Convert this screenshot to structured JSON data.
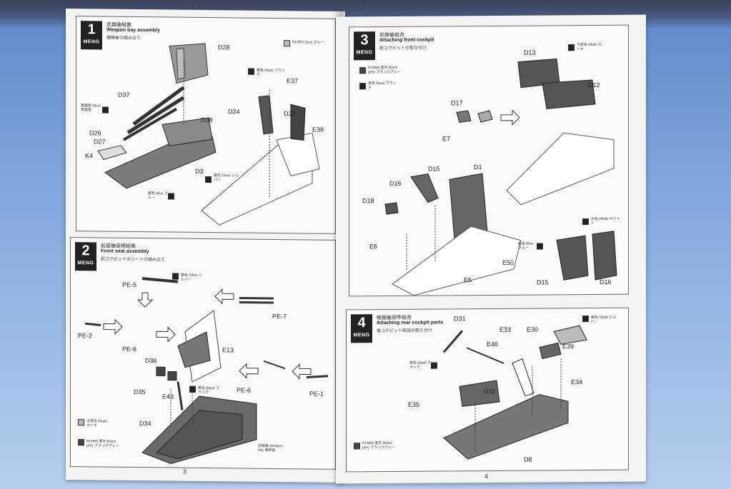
{
  "page_numbers": {
    "left": "3",
    "right": "4"
  },
  "steps": [
    {
      "number": "1",
      "brand": "MENG",
      "title_jp": "武器艙組裝",
      "title_en": "Weapon bay assembly",
      "title_jp2": "爆弾倉の組み立て",
      "labels": [
        "D28",
        "D37",
        "D38",
        "D26",
        "D27",
        "K4",
        "D3",
        "D24",
        "E37",
        "D23",
        "E38"
      ],
      "paints": [
        "RLM02 Grey グレー",
        "黑色 Black ブラック",
        "黑鐵色 Steel 黒鉄色",
        "銀色 Silver シルバー",
        "藍色 Blue ブルー"
      ]
    },
    {
      "number": "2",
      "brand": "MENG",
      "title_jp": "前座艙座椅組裝",
      "title_en": "Front seat assembly",
      "title_jp2": "前コクピットのシートの組み立て",
      "labels": [
        "PE-5",
        "PE-7",
        "PE-2",
        "PE-6",
        "E13",
        "D36",
        "D35",
        "E43",
        "D34",
        "PE-6",
        "PE-1"
      ],
      "paints": [
        "銀色 Silver シルバー",
        "黑色 Black ブラック",
        "卡其色 Khaki カーキ",
        "RLM66 黑灰 Black grey ブラックグレー"
      ],
      "caption": "武器艙 Weapon bay 爆弾倉"
    },
    {
      "number": "3",
      "brand": "MENG",
      "title_jp": "前座艙組合",
      "title_en": "Attaching front cockpit",
      "title_jp2": "前コクピットの取り付け",
      "labels": [
        "D13",
        "D12",
        "D17",
        "E7",
        "D16",
        "D15",
        "D1",
        "D18",
        "E6",
        "E5",
        "E50",
        "D15",
        "D16"
      ],
      "paints": [
        "RLM66 黑灰 Black grey ブラックグレー",
        "黑色 Black ブラック",
        "卡其色 Khaki カーキ",
        "白色 White ホワイト",
        "藍色 Blue ブルー"
      ]
    },
    {
      "number": "4",
      "brand": "MENG",
      "title_jp": "後座艙部件組合",
      "title_en": "Attaching rear cockpit parts",
      "title_jp2": "後コクピット部品の取り付け",
      "labels": [
        "D31",
        "E33",
        "E30",
        "E46",
        "E39",
        "E34",
        "D32",
        "E35",
        "D8"
      ],
      "paints": [
        "銀色 Silver シルバー",
        "黑色 Black ブラック",
        "RLM66 黑灰 Black grey ブラックグレー"
      ]
    }
  ]
}
